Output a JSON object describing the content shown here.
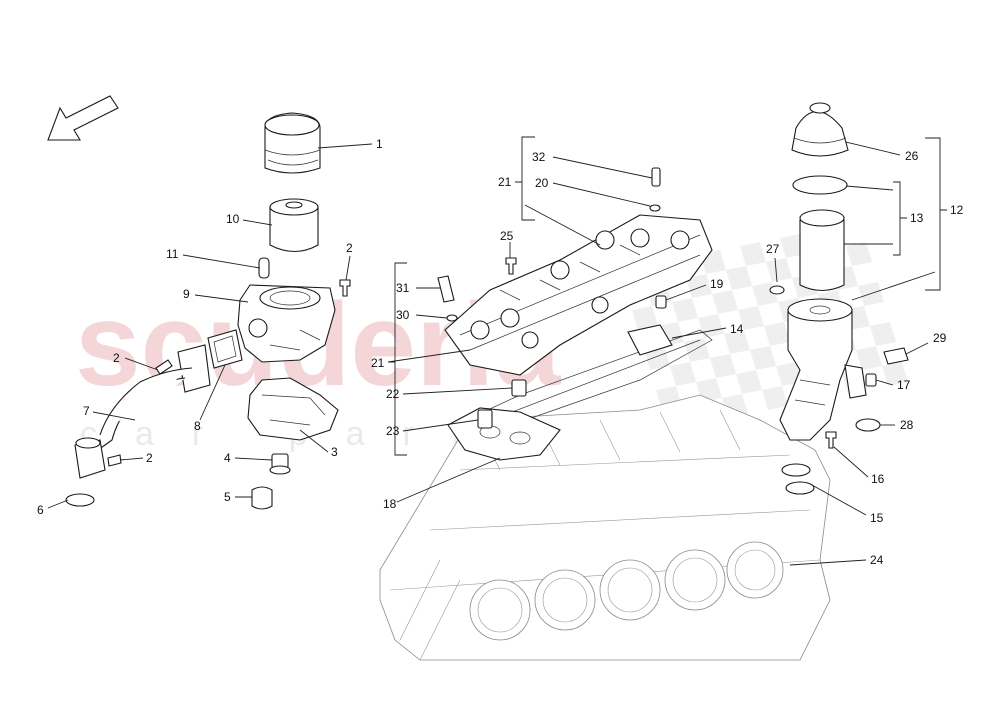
{
  "watermark": {
    "brand": "scuderia",
    "sub": "car parts",
    "brand_color": "#f1c9cc",
    "checker_color": "#e8e8e8"
  },
  "callouts": [
    "1",
    "2",
    "2",
    "2",
    "3",
    "4",
    "5",
    "6",
    "7",
    "8",
    "9",
    "10",
    "11",
    "12",
    "13",
    "14",
    "15",
    "16",
    "17",
    "18",
    "19",
    "20",
    "21",
    "21",
    "22",
    "23",
    "24",
    "25",
    "26",
    "27",
    "28",
    "29",
    "30",
    "31",
    "32"
  ],
  "icons": {
    "direction_arrow": "arrow-down-left-icon"
  }
}
